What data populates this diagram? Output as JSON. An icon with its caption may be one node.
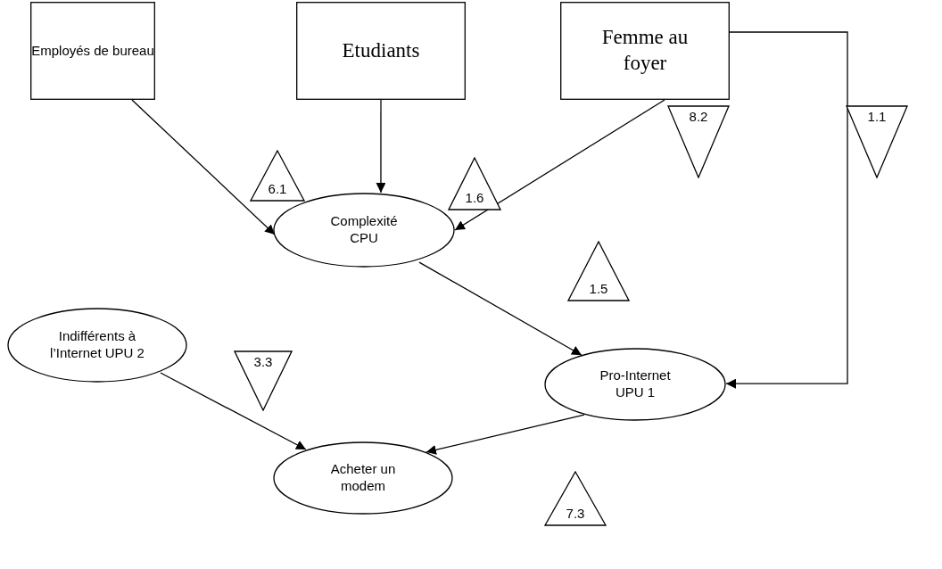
{
  "diagram": {
    "nodes": [
      {
        "text": [
          "Employés de bureau"
        ]
      },
      {
        "text": [
          "Etudiants"
        ]
      },
      {
        "text": [
          "Femme au foyer"
        ]
      },
      {
        "text": [
          "Complexité CPU"
        ]
      },
      {
        "text": [
          "Pro-Internet UPU 1"
        ]
      },
      {
        "text": [
          "Indifférents à l’Internet UPU 2"
        ]
      },
      {
        "text": [
          "Acheter un modem"
        ]
      },
      {
        "text": [
          "6.1"
        ]
      },
      {
        "text": [
          "1.6"
        ]
      },
      {
        "text": [
          "8.2"
        ]
      },
      {
        "text": [
          "1.1"
        ]
      },
      {
        "text": [
          "1.5"
        ]
      },
      {
        "text": [
          "3.3"
        ]
      },
      {
        "text": [
          "7.3"
        ]
      }
    ],
    "edges": [
      {
        "from": 0,
        "to": 3,
        "arrow": "to"
      },
      {
        "from": 1,
        "to": 3,
        "arrow": "to"
      },
      {
        "from": 2,
        "to": 3,
        "arrow": "to"
      },
      {
        "from": 2,
        "to": 4,
        "arrow": "to"
      },
      {
        "from": 3,
        "to": 4,
        "arrow": "to"
      },
      {
        "from": 5,
        "to": 6,
        "arrow": "to"
      },
      {
        "from": 4,
        "to": 6,
        "arrow": "to"
      }
    ]
  }
}
